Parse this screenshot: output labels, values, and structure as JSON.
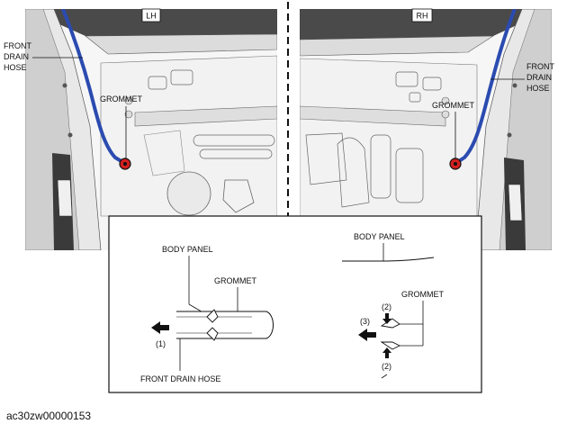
{
  "panels": {
    "left_tag": "LH",
    "right_tag": "RH"
  },
  "labels": {
    "front_drain_hose_left": [
      "FRONT",
      "DRAIN",
      "HOSE"
    ],
    "front_drain_hose_right": [
      "FRONT",
      "DRAIN",
      "HOSE"
    ],
    "grommet_left": "GROMMET",
    "grommet_right": "GROMMET"
  },
  "detail": {
    "left": {
      "body_panel": "BODY PANEL",
      "grommet": "GROMMET",
      "front_drain_hose": "FRONT DRAIN HOSE",
      "step_1": "(1)"
    },
    "right": {
      "body_panel": "BODY PANEL",
      "grommet": "GROMMET",
      "step_2_top": "(2)",
      "step_3": "(3)",
      "step_2_bottom": "(2)"
    }
  },
  "caption": "ac30zw00000153",
  "colors": {
    "hose": "#2b4bb0",
    "grommet": "#d21f1f",
    "line": "#111111",
    "body": "#f4f4f4"
  }
}
